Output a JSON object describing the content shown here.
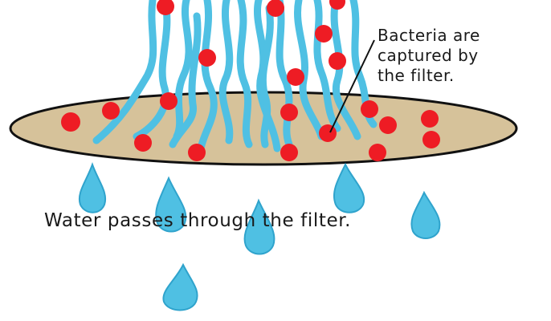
{
  "labels": {
    "bacteria": [
      "Bacteria are",
      "captured by",
      "the filter."
    ],
    "water": "Water passes through the filter."
  },
  "colors": {
    "filter_fill": "#d6c29a",
    "filter_stroke": "#111111",
    "water": "#4fc0e3",
    "water_dark": "#2fa3cc",
    "bacteria": "#ee1c24",
    "text": "#1a1a1a"
  },
  "icons": {
    "bacterium": "red-dot-icon",
    "droplet": "water-droplet-icon"
  }
}
